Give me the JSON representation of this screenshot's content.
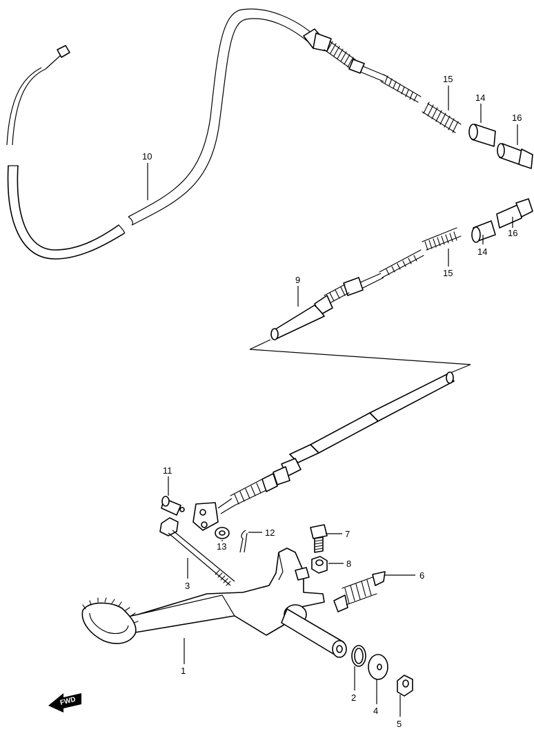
{
  "diagram": {
    "callouts": {
      "p1": "1",
      "p2": "2",
      "p3": "3",
      "p4": "4",
      "p5": "5",
      "p6": "6",
      "p7": "7",
      "p8": "8",
      "p9": "9",
      "p10": "10",
      "p11": "11",
      "p12": "12",
      "p13": "13",
      "p14a": "14",
      "p14b": "14",
      "p15a": "15",
      "p15b": "15",
      "p16a": "16",
      "p16b": "16"
    },
    "direction_marker": "FWD"
  }
}
